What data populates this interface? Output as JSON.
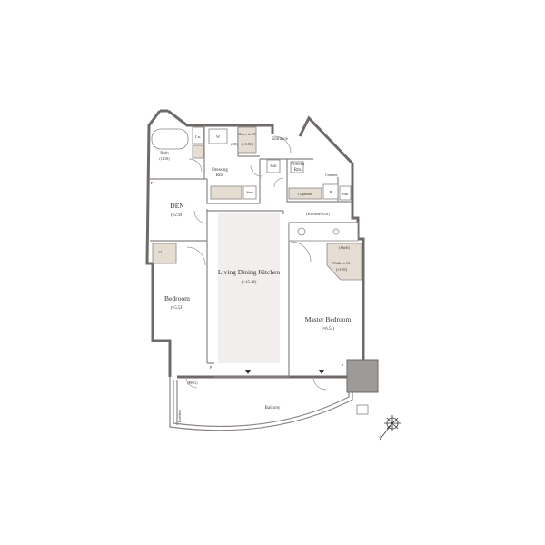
{
  "rooms": {
    "bath": {
      "name": "Bath",
      "note": "(1418)"
    },
    "ln": "Ln.",
    "w": "W",
    "shoes_closet": {
      "name": "Shoes-in Cl.",
      "note": "(≈0.8J)"
    },
    "sr": "(SR)",
    "entrance": "Entrance",
    "dressing": {
      "name": "Dressing",
      "note": "Rm."
    },
    "hall": "Hall",
    "powder": {
      "name": "Powder",
      "note": "Rm."
    },
    "counter": "Counter",
    "cupboard": "Cupboard",
    "r": "R",
    "pan": "Pan",
    "sen": "Sen.",
    "p_top": "P",
    "den": {
      "name": "DEN",
      "size": "(≈2.9J)"
    },
    "kitchen": "(Kitchen≈3.0J)",
    "cl": "Cl.",
    "ldk": {
      "name": "Living Dining Kitchen",
      "size": "(≈15.1J)"
    },
    "shelf": "(Shelf)",
    "walkin": {
      "name": "Walk-in Cl.",
      "size": "(≈1.5J)"
    },
    "bedroom": {
      "name": "Bedroom",
      "size": "(≈5.5J)"
    },
    "master": {
      "name": "Master Bedroom",
      "size": "(≈6.5J)"
    },
    "p_left": "P",
    "p_right": "P",
    "pkg": "(PKG)",
    "balcony": "Balcony",
    "partition": "Partition",
    "compass_n": "N"
  }
}
